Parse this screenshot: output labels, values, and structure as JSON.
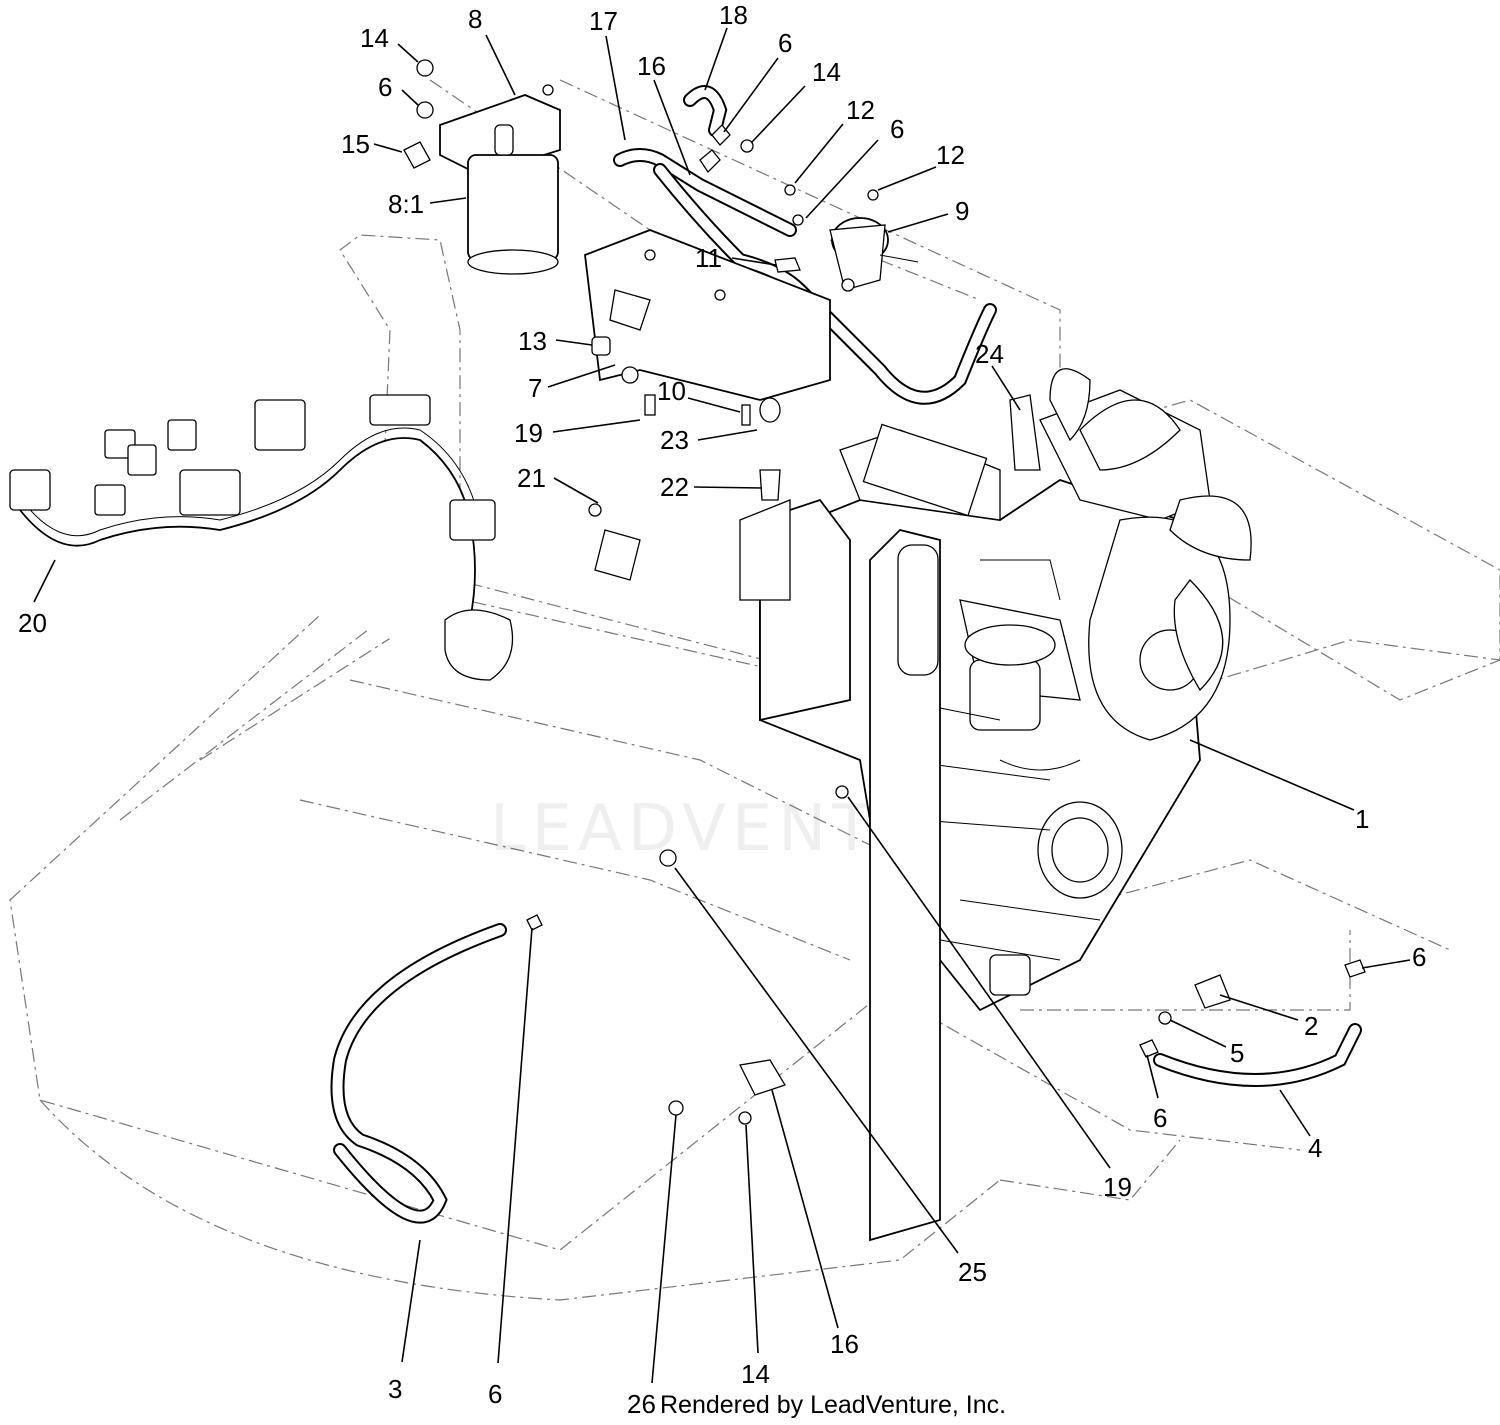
{
  "diagram": {
    "watermark": "LEADVENTURE",
    "credit": "Rendered by LeadVenture, Inc.",
    "callouts": {
      "c14a": "14",
      "c6a": "6",
      "c15": "15",
      "c8": "8",
      "c81": "8:1",
      "c17": "17",
      "c18": "18",
      "c16a": "16",
      "c6b": "6",
      "c14b": "14",
      "c12a": "12",
      "c6c": "6",
      "c12b": "12",
      "c9": "9",
      "c11": "11",
      "c13": "13",
      "c7": "7",
      "c10": "10",
      "c19a": "19",
      "c23": "23",
      "c24": "24",
      "c21": "21",
      "c22": "22",
      "c20": "20",
      "c1": "1",
      "c25": "25",
      "c19b": "19",
      "c6d": "6",
      "c2": "2",
      "c5": "5",
      "c6e": "6",
      "c4": "4",
      "c3": "3",
      "c6f": "6",
      "c26": "26",
      "c14c": "14",
      "c16b": "16"
    }
  }
}
